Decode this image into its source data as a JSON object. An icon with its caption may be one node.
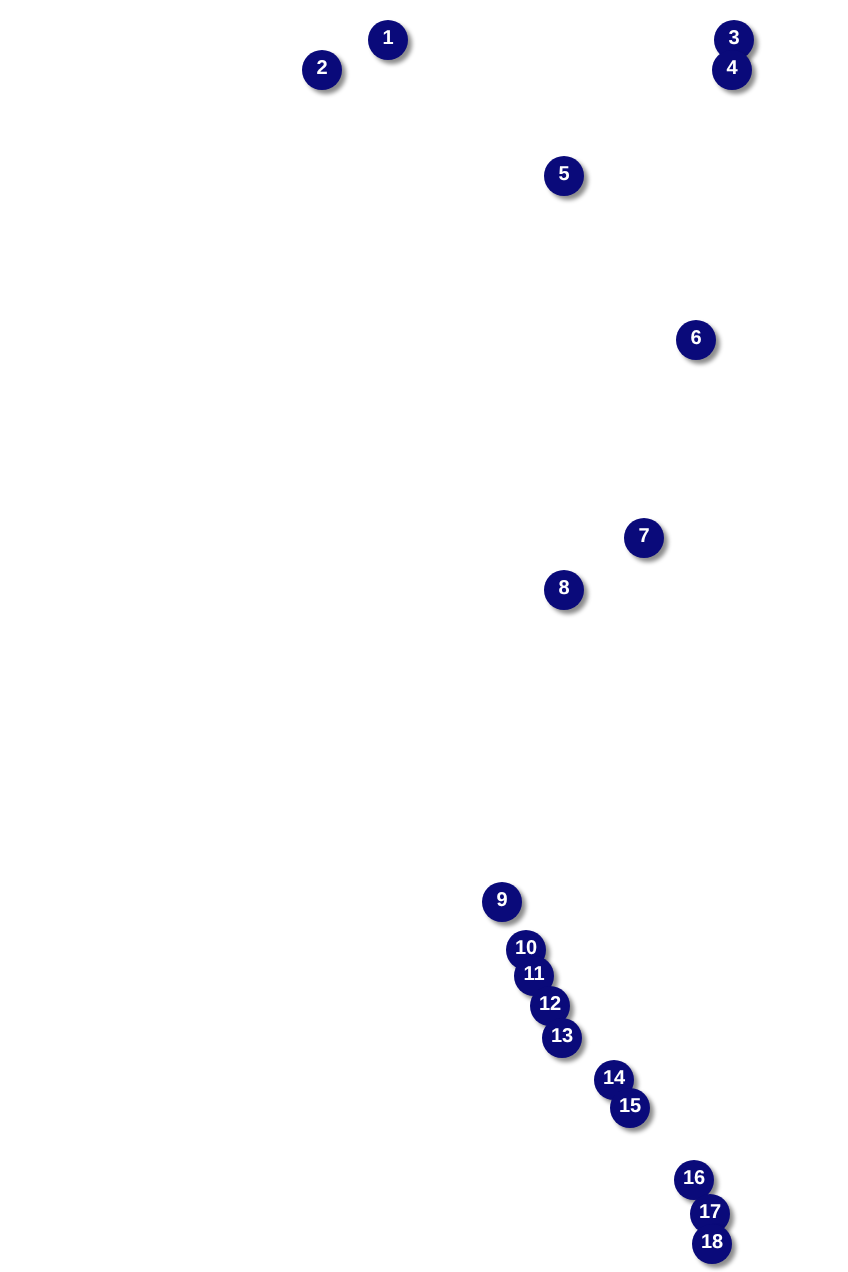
{
  "diagram": {
    "labels": [
      "1",
      "2",
      "3",
      "4",
      "5",
      "6",
      "7",
      "8",
      "9",
      "10",
      "11",
      "12",
      "13",
      "14",
      "15",
      "16",
      "17",
      "18"
    ]
  }
}
